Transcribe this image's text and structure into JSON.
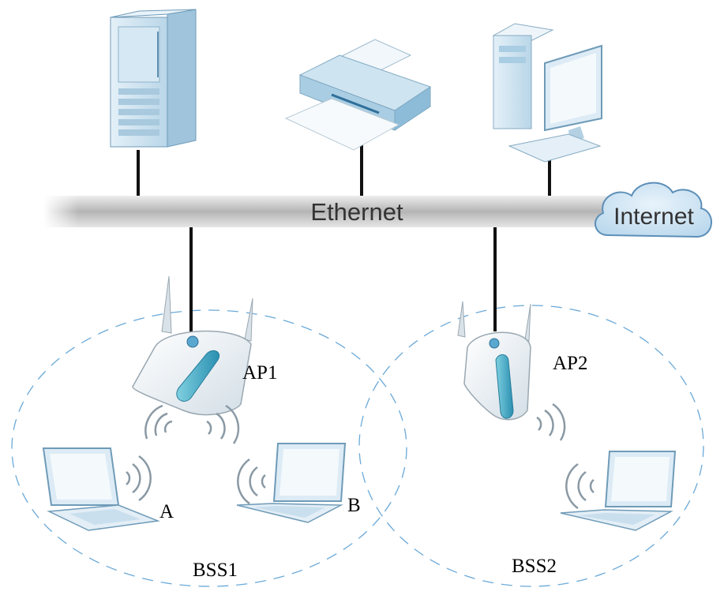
{
  "network": {
    "bus_label": "Ethernet",
    "cloud_label": "Internet"
  },
  "access_points": [
    {
      "label": "AP1"
    },
    {
      "label": "AP2"
    }
  ],
  "clients": [
    {
      "label": "A"
    },
    {
      "label": "B"
    }
  ],
  "bss": [
    {
      "label": "BSS1"
    },
    {
      "label": "BSS2"
    }
  ],
  "colors": {
    "bss_boundary": "#6aa9d8",
    "device_body": "#cfe4f1",
    "device_accent": "#3aa7c4",
    "wire": "#111111",
    "bus": "#b8b8b8"
  }
}
